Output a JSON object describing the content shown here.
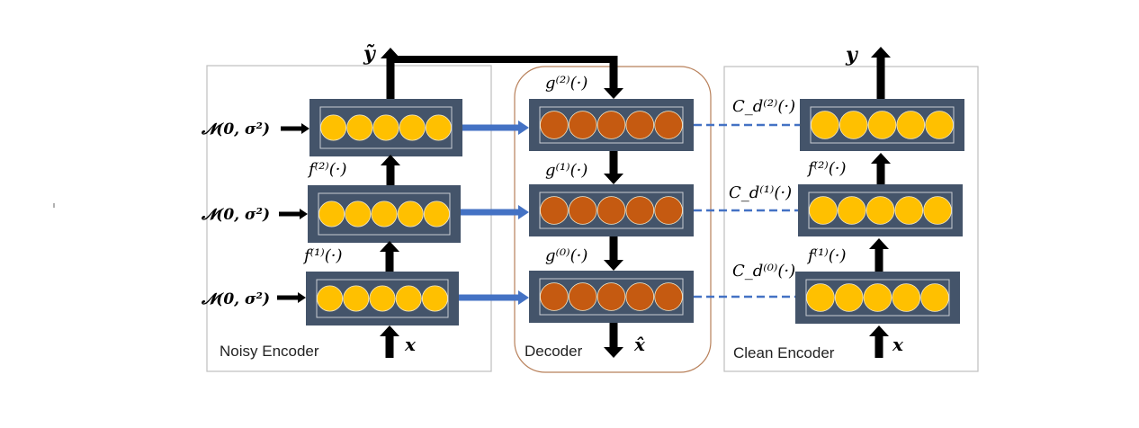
{
  "diagram": {
    "title": "Ladder network: noisy encoder, decoder, clean encoder",
    "colors": {
      "layer_box": "#44546a",
      "encoder_unit": "#ffc000",
      "decoder_unit": "#c55a11",
      "lateral_arrow": "#4472c4",
      "decoder_border": "#b8805a",
      "panel_border": "#bfbfbf",
      "arrow": "#000000"
    },
    "units_per_layer": 5,
    "noisy_encoder": {
      "label": "Noisy Encoder",
      "output_label": "ỹ",
      "input_label": "x",
      "noise_labels": [
        "𝓝(0, σ²)",
        "𝓝(0, σ²)",
        "𝓝(0, σ²)"
      ],
      "transforms": [
        "f⁽¹⁾(·)",
        "f⁽²⁾(·)"
      ]
    },
    "decoder": {
      "label": "Decoder",
      "output_label": "x̂",
      "transforms": [
        "g⁽⁰⁾(·)",
        "g⁽¹⁾(·)",
        "g⁽²⁾(·)"
      ]
    },
    "clean_encoder": {
      "label": "Clean Encoder",
      "output_label": "y",
      "input_label": "x",
      "transforms": [
        "f⁽¹⁾(·)",
        "f⁽²⁾(·)"
      ],
      "costs": [
        "C_d⁽⁰⁾(·)",
        "C_d⁽¹⁾(·)",
        "C_d⁽²⁾(·)"
      ]
    }
  }
}
